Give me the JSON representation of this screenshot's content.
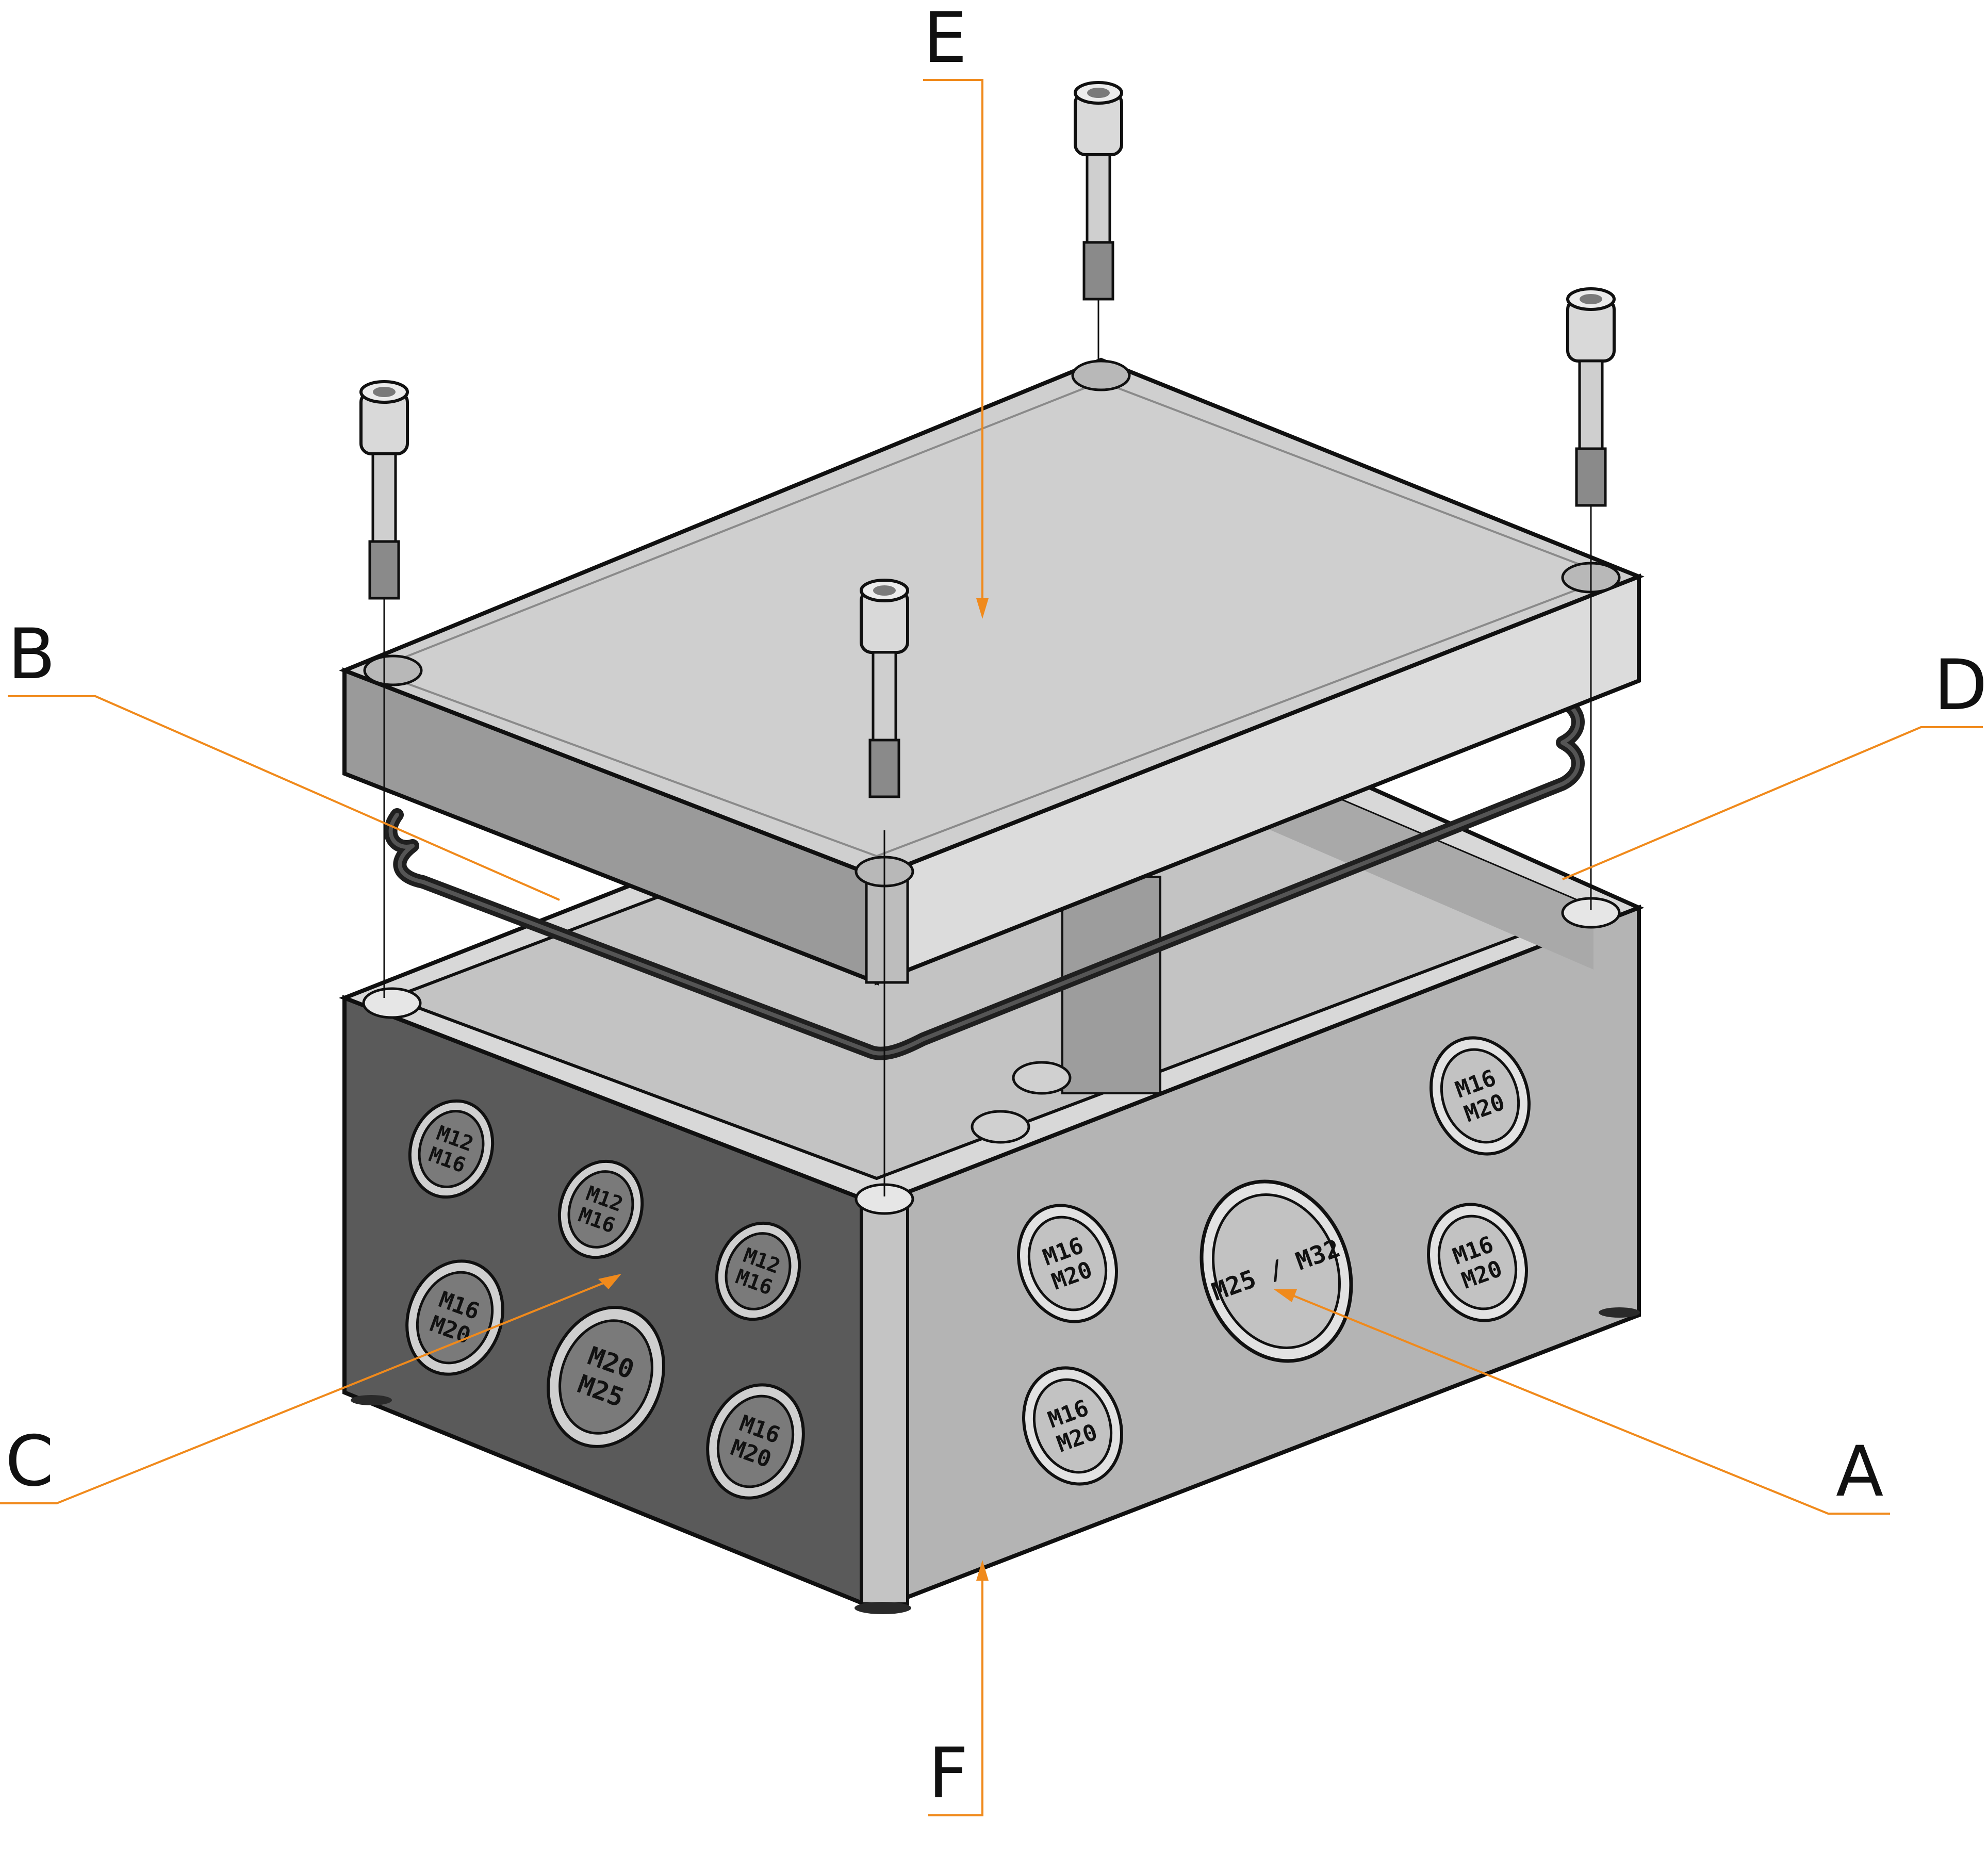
{
  "callouts": {
    "a": "A",
    "b": "B",
    "c": "C",
    "d": "D",
    "e": "E",
    "f": "F"
  },
  "knockouts": {
    "left_top_1": [
      "M12",
      "M16"
    ],
    "left_top_2": [
      "M12",
      "M16"
    ],
    "left_top_3": [
      "M12",
      "M16"
    ],
    "left_bottom_1": [
      "M16",
      "M20"
    ],
    "left_bottom_2": [
      "M20",
      "M25"
    ],
    "left_bottom_3": [
      "M16",
      "M20"
    ],
    "right_large": "M25 / M32",
    "right_top_1": [
      "M16",
      "M20"
    ],
    "right_top_2": [
      "M16",
      "M20"
    ],
    "right_bottom_1": [
      "M16",
      "M20"
    ],
    "right_bottom_2": [
      "M16",
      "M20"
    ]
  },
  "colors": {
    "leader": "#f08a1c",
    "front_face": "#5a5a5a",
    "side_face": "#b4b4b4",
    "lid_top": "#cfcfcf",
    "lid_side_front": "#9a9a9a",
    "lid_side_right": "#dcdcdc",
    "interior": "#c3c3c3",
    "gasket": "#1f1f1f",
    "outline": "#101010"
  }
}
